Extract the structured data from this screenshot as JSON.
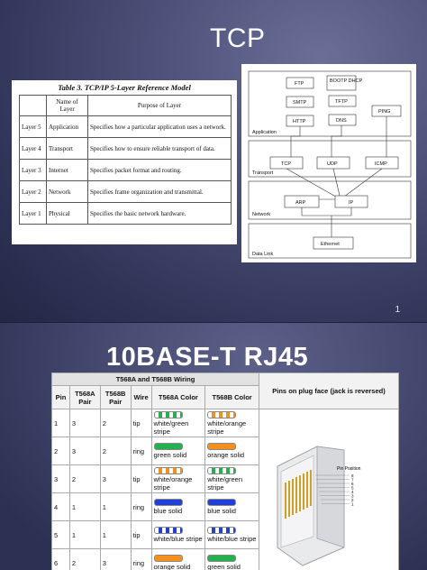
{
  "slide1": {
    "title": "TCP",
    "page_number": "1",
    "layer_table": {
      "caption": "Table 3. TCP/IP 5-Layer Reference Model",
      "headers": [
        "Name of Layer",
        "Purpose of Layer"
      ],
      "rows": [
        {
          "num": "Layer 5",
          "name": "Application",
          "purpose": "Specifies how a particular application uses a network."
        },
        {
          "num": "Layer 4",
          "name": "Transport",
          "purpose": "Specifies how to ensure reliable transport of data."
        },
        {
          "num": "Layer 3",
          "name": "Internet",
          "purpose": "Specifies packet format and routing."
        },
        {
          "num": "Layer 2",
          "name": "Network",
          "purpose": "Specifies frame organization and transmittal."
        },
        {
          "num": "Layer 1",
          "name": "Physical",
          "purpose": "Specifies the basic network hardware."
        }
      ]
    },
    "stack_diagram": {
      "layers": [
        "Application",
        "Transport",
        "Network",
        "Data Link"
      ],
      "application_boxes": [
        "FTP",
        "BOOTP DHCP",
        "SMTP",
        "TFTP",
        "HTTP",
        "DNS",
        "PING"
      ],
      "transport_boxes": [
        "TCP",
        "UDP",
        "ICMP"
      ],
      "network_boxes": [
        "ARP",
        "IP"
      ],
      "datalink_boxes": [
        "Ethernet"
      ]
    }
  },
  "slide2": {
    "title": "10BASE-T   RJ45",
    "wiring": {
      "caption": "T568A and T568B Wiring",
      "headers": [
        "Pin",
        "T568A Pair",
        "T568B Pair",
        "Wire",
        "T568A Color",
        "T568B Color",
        "Pins on plug face (jack is reversed)"
      ],
      "pin_position_label": "Pin Position",
      "pin_digits": [
        "8",
        "7",
        "6",
        "5",
        "4",
        "3",
        "2",
        "1"
      ],
      "rows": [
        {
          "pin": "1",
          "a_pair": "3",
          "b_pair": "2",
          "wire": "tip",
          "a_color": "white/green stripe",
          "b_color": "white/orange stripe",
          "a_swatch": [
            "#ffffff",
            "#22b14c"
          ],
          "b_swatch": [
            "#ffffff",
            "#f5901e"
          ]
        },
        {
          "pin": "2",
          "a_pair": "3",
          "b_pair": "2",
          "wire": "ring",
          "a_color": "green solid",
          "b_color": "orange solid",
          "a_swatch": [
            "#22b14c",
            "#22b14c"
          ],
          "b_swatch": [
            "#f5901e",
            "#f5901e"
          ]
        },
        {
          "pin": "3",
          "a_pair": "2",
          "b_pair": "3",
          "wire": "tip",
          "a_color": "white/orange stripe",
          "b_color": "white/green stripe",
          "a_swatch": [
            "#ffffff",
            "#f5901e"
          ],
          "b_swatch": [
            "#ffffff",
            "#22b14c"
          ]
        },
        {
          "pin": "4",
          "a_pair": "1",
          "b_pair": "1",
          "wire": "ring",
          "a_color": "blue solid",
          "b_color": "blue solid",
          "a_swatch": [
            "#1f3fd6",
            "#1f3fd6"
          ],
          "b_swatch": [
            "#1f3fd6",
            "#1f3fd6"
          ]
        },
        {
          "pin": "5",
          "a_pair": "1",
          "b_pair": "1",
          "wire": "tip",
          "a_color": "white/blue stripe",
          "b_color": "white/blue stripe",
          "a_swatch": [
            "#ffffff",
            "#1f3fd6"
          ],
          "b_swatch": [
            "#ffffff",
            "#1f3fd6"
          ]
        },
        {
          "pin": "6",
          "a_pair": "2",
          "b_pair": "3",
          "wire": "ring",
          "a_color": "orange solid",
          "b_color": "green solid",
          "a_swatch": [
            "#f5901e",
            "#f5901e"
          ],
          "b_swatch": [
            "#22b14c",
            "#22b14c"
          ]
        }
      ]
    }
  }
}
